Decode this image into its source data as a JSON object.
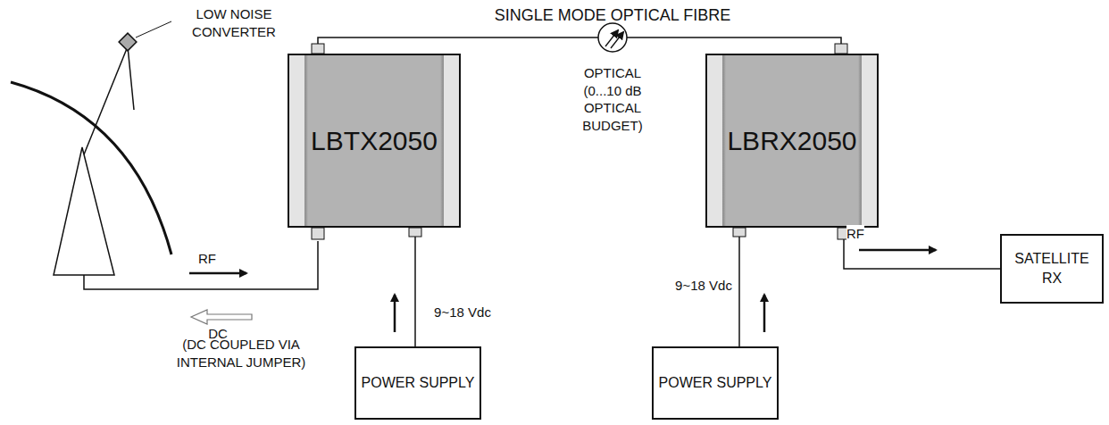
{
  "diagram": {
    "nodes": [
      {
        "text": [
          "LBTX2050"
        ]
      },
      {
        "text": [
          "LBRX2050"
        ]
      },
      {
        "text": [
          "POWER SUPPLY"
        ]
      },
      {
        "text": [
          "POWER SUPPLY"
        ]
      },
      {
        "text": [
          "SATELLITE RX"
        ]
      }
    ],
    "edges": [
      {
        "from": 0,
        "to": 1,
        "arrow": "none"
      },
      {
        "from": 2,
        "to": 0,
        "arrow": "none"
      },
      {
        "from": 3,
        "to": 1,
        "arrow": "none"
      },
      {
        "from": 1,
        "to": 4,
        "arrow": "none",
        "label": "RF"
      }
    ],
    "labels": [
      "SINGLE MODE OPTICAL FIBRE",
      "LOW NOISE CONVERTER",
      "OPTICAL (0...10 dB OPTICAL BUDGET)",
      "RF",
      "DC",
      "(DC COUPLED VIA INTERNAL JUMPER)",
      "9~18 Vdc",
      "9~18 Vdc"
    ]
  }
}
